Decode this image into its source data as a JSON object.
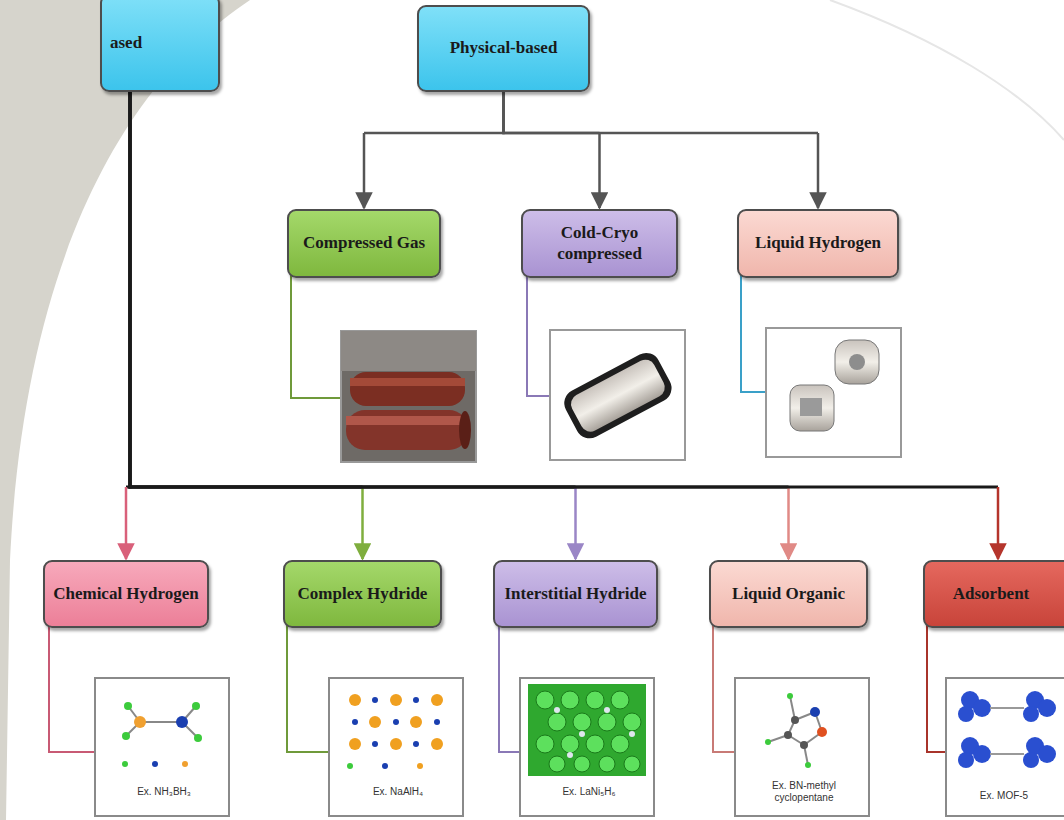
{
  "diagram": {
    "nodes": [
      {
        "text": [
          "ased"
        ]
      },
      {
        "text": [
          "Physical-based"
        ]
      },
      {
        "text": [
          "Compressed Gas"
        ]
      },
      {
        "text": [
          "Cold-Cryo compressed"
        ]
      },
      {
        "text": [
          "Liquid Hydrogen"
        ]
      },
      {
        "text": [
          "Chemical Hydrogen"
        ]
      },
      {
        "text": [
          "Complex Hydride"
        ]
      },
      {
        "text": [
          "Interstitial Hydride"
        ]
      },
      {
        "text": [
          "Liquid Organic"
        ]
      },
      {
        "text": [
          "Adsorbent"
        ]
      }
    ],
    "edges": [
      {
        "from": 1,
        "to": 2,
        "arrow": "to"
      },
      {
        "from": 1,
        "to": 3,
        "arrow": "to"
      },
      {
        "from": 1,
        "to": 4,
        "arrow": "to"
      },
      {
        "from": 0,
        "to": 5,
        "arrow": "to"
      },
      {
        "from": 0,
        "to": 6,
        "arrow": "to"
      },
      {
        "from": 0,
        "to": 7,
        "arrow": "to"
      },
      {
        "from": 0,
        "to": 8,
        "arrow": "to"
      },
      {
        "from": 0,
        "to": 9,
        "arrow": "to"
      }
    ],
    "labels": [
      "Ex. NH₃BH₃",
      "Ex. NaAlH₄",
      "Ex. LaNi₅H₆",
      "Ex. BN-methyl cyclopentane",
      "Ex. MOF-5"
    ]
  }
}
